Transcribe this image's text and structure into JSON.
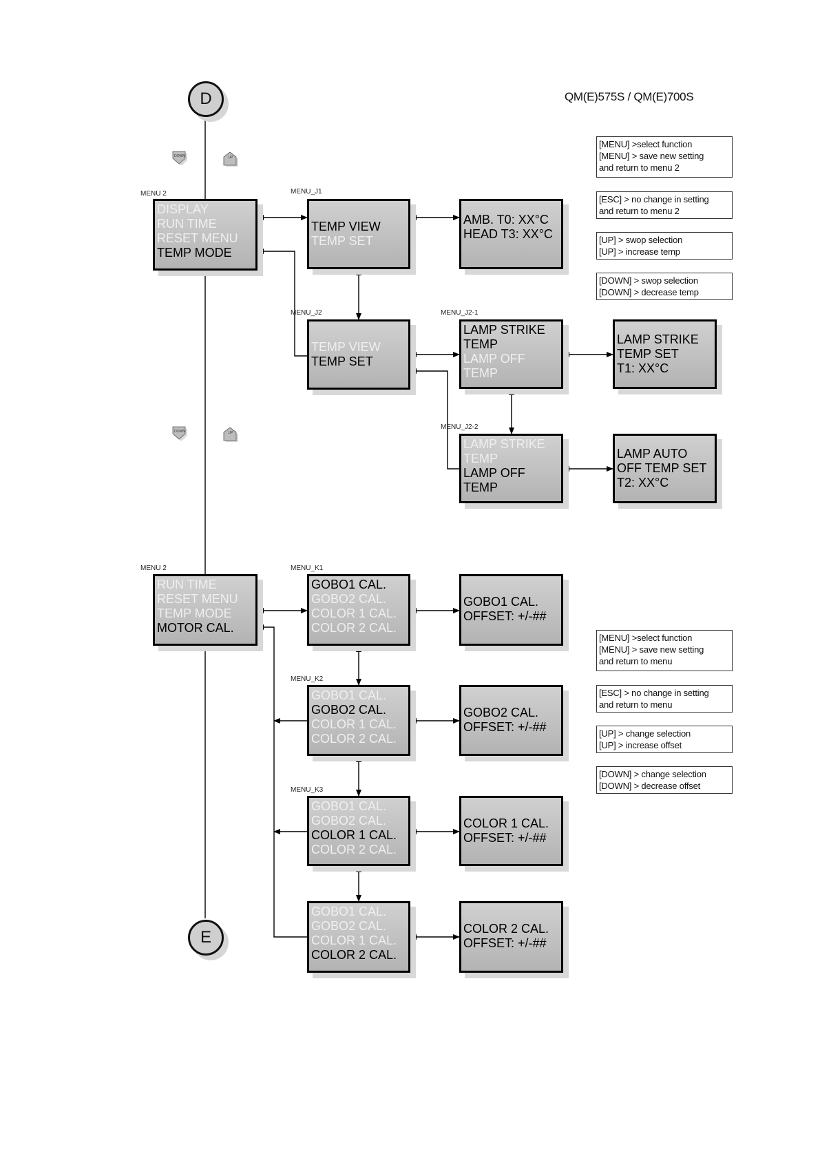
{
  "title": "QM(E)575S / QM(E)700S",
  "connectors": {
    "start": "D",
    "end": "E"
  },
  "keys": {
    "down": "DOWN",
    "up": "UP"
  },
  "menu_labels": {
    "menu2_a": "MENU 2",
    "j1": "MENU_J1",
    "j2": "MENU_J2",
    "j2_1": "MENU_J2-1",
    "j2_2": "MENU_J2-2",
    "menu2_b": "MENU 2",
    "k1": "MENU_K1",
    "k2": "MENU_K2",
    "k3": "MENU_K3"
  },
  "boxes": {
    "menu2_a": [
      "DISPLAY",
      "RUN  TIME",
      "RESET  MENU",
      "TEMP MODE"
    ],
    "j1": [
      "TEMP VIEW",
      "TEMP SET"
    ],
    "j1_out": [
      "AMB.  T0: XX°C",
      "HEAD T3: XX°C"
    ],
    "j2": [
      "TEMP VIEW",
      "TEMP SET"
    ],
    "j2_1": [
      "LAMP STRIKE",
      "TEMP",
      "LAMP  OFF",
      "TEMP"
    ],
    "j2_1_out": [
      "LAMP STRIKE",
      "TEMP SET",
      "T1:     XX°C"
    ],
    "j2_2": [
      "LAMP STRIKE",
      "TEMP",
      "LAMP  OFF",
      "TEMP"
    ],
    "j2_2_out": [
      "LAMP  AUTO",
      "OFF TEMP SET",
      "T2:    XX°C"
    ],
    "menu2_b": [
      "RUN  TIME",
      "RESET  MENU",
      "TEMP  MODE",
      "MOTOR CAL."
    ],
    "k1": [
      "GOBO1 CAL.",
      "GOBO2 CAL.",
      "COLOR 1 CAL.",
      "COLOR 2 CAL."
    ],
    "k1_out": [
      "GOBO1 CAL.",
      "OFFSET: +/-##"
    ],
    "k2": [
      "GOBO1 CAL.",
      "GOBO2 CAL.",
      "COLOR 1 CAL.",
      "COLOR 2 CAL."
    ],
    "k2_out": [
      "GOBO2 CAL.",
      "OFFSET: +/-##"
    ],
    "k3": [
      "GOBO1 CAL.",
      "GOBO2 CAL.",
      "COLOR 1 CAL.",
      "COLOR 2 CAL."
    ],
    "k3_out": [
      "COLOR 1 CAL.",
      "OFFSET: +/-##"
    ],
    "k4": [
      "GOBO1 CAL.",
      "GOBO2 CAL.",
      "COLOR 1 CAL.",
      "COLOR 2 CAL."
    ],
    "k4_out": [
      "COLOR 2 CAL.",
      "OFFSET: +/-##"
    ]
  },
  "notes_top": [
    [
      "[MENU] >select function",
      "[MENU] > save new setting",
      "and return to menu 2"
    ],
    [
      "[ESC] > no change in setting",
      "and return to menu 2"
    ],
    [
      "[UP] > swop selection",
      "[UP] > increase temp"
    ],
    [
      "[DOWN] > swop selection",
      "[DOWN] > decrease temp"
    ]
  ],
  "notes_bottom": [
    [
      "[MENU] >select function",
      "[MENU] > save new setting",
      "and return to menu"
    ],
    [
      "[ESC] > no change in setting",
      "and return to menu"
    ],
    [
      "[UP] > change selection",
      "[UP] > increase offset"
    ],
    [
      "[DOWN] > change selection",
      "[DOWN] > decrease offset"
    ]
  ]
}
